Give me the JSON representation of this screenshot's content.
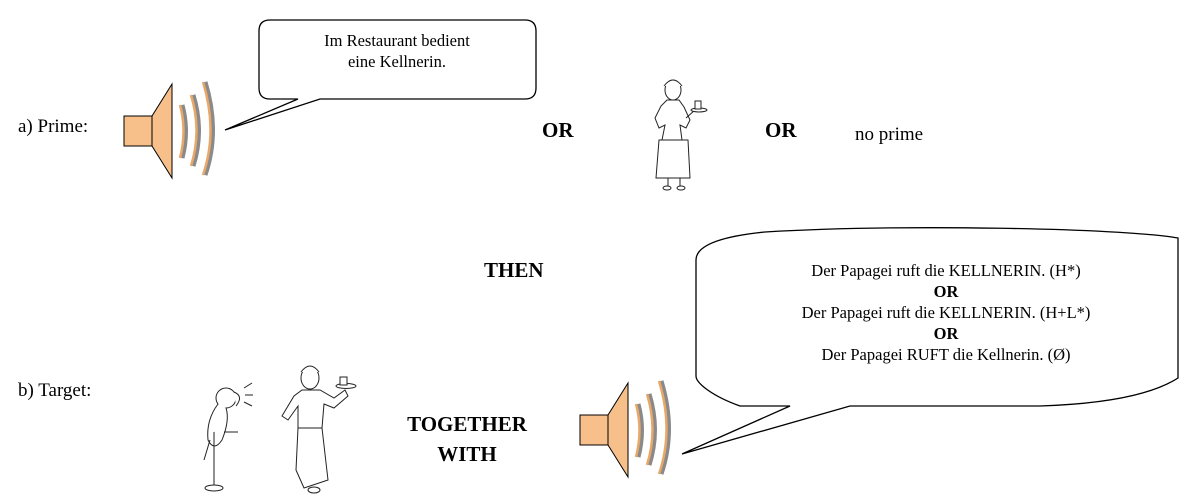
{
  "prime": {
    "label": "a) Prime:",
    "bubble_lines": [
      "Im Restaurant bedient",
      "eine Kellnerin."
    ],
    "or_1": "OR",
    "or_2": "OR",
    "no_prime": "no prime"
  },
  "then": "THEN",
  "target": {
    "label": "b) Target:",
    "together_1": "TOGETHER",
    "together_2": "WITH",
    "bubble_lines": [
      "Der Papagei ruft die KELLNERIN. (H*)",
      "OR",
      "Der Papagei ruft die KELLNERIN. (H+L*)",
      "OR",
      "Der Papagei RUFT die Kellnerin. (Ø)"
    ]
  },
  "colors": {
    "speaker_fill": "#f7c08a",
    "wave_fill": "#e8a86a",
    "wave_shadow": "#8a8a8a"
  },
  "icons": [
    "speaker-icon",
    "waitress-icon",
    "parrot-icon"
  ]
}
